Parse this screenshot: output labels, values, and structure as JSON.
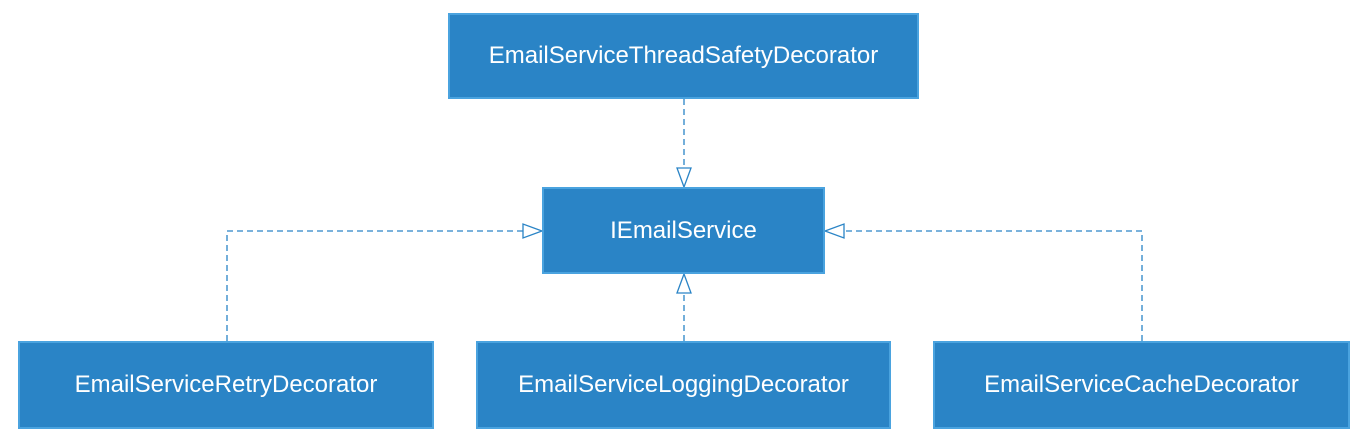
{
  "nodes": {
    "top": "EmailServiceThreadSafetyDecorator",
    "center": "IEmailService",
    "left": "EmailServiceRetryDecorator",
    "middle": "EmailServiceLoggingDecorator",
    "right": "EmailServiceCacheDecorator"
  },
  "edges": [
    {
      "from": "EmailServiceThreadSafetyDecorator",
      "to": "IEmailService",
      "style": "dashed",
      "arrow": "hollow-triangle"
    },
    {
      "from": "EmailServiceRetryDecorator",
      "to": "IEmailService",
      "style": "dashed",
      "arrow": "hollow-triangle"
    },
    {
      "from": "EmailServiceLoggingDecorator",
      "to": "IEmailService",
      "style": "dashed",
      "arrow": "hollow-triangle"
    },
    {
      "from": "EmailServiceCacheDecorator",
      "to": "IEmailService",
      "style": "dashed",
      "arrow": "hollow-triangle"
    }
  ],
  "colors": {
    "node_fill": "#2a84c6",
    "node_border": "#4aa3df",
    "node_text": "#ffffff",
    "edge": "#2a84c6"
  }
}
